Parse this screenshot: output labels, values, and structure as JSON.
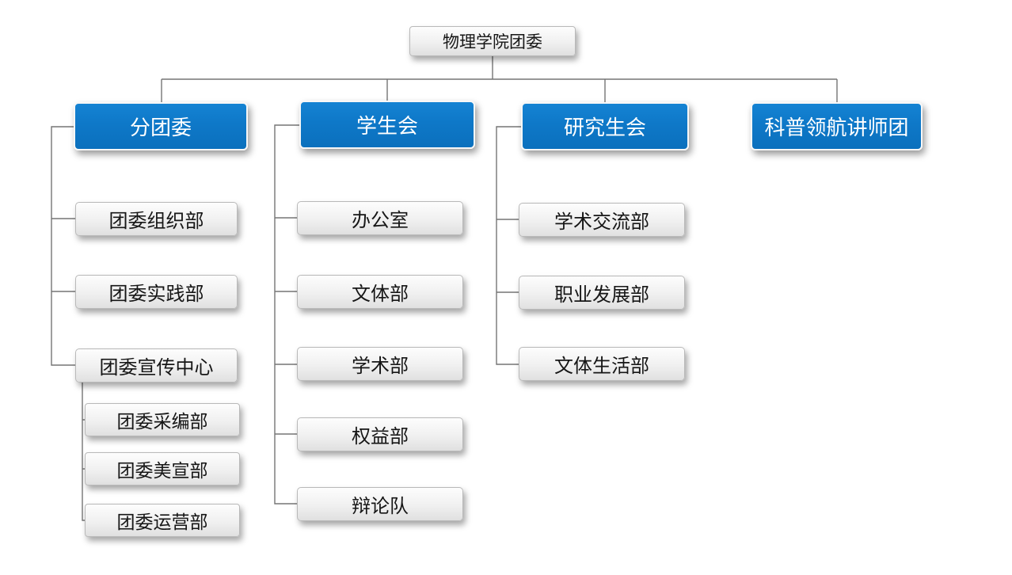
{
  "org": {
    "root": {
      "label": "物理学院团委"
    },
    "branches": [
      {
        "label": "分团委",
        "children": [
          {
            "label": "团委组织部"
          },
          {
            "label": "团委实践部"
          },
          {
            "label": "团委宣传中心",
            "children": [
              {
                "label": "团委采编部"
              },
              {
                "label": "团委美宣部"
              },
              {
                "label": "团委运营部"
              }
            ]
          }
        ]
      },
      {
        "label": "学生会",
        "children": [
          {
            "label": "办公室"
          },
          {
            "label": "文体部"
          },
          {
            "label": "学术部"
          },
          {
            "label": "权益部"
          },
          {
            "label": "辩论队"
          }
        ]
      },
      {
        "label": "研究生会",
        "children": [
          {
            "label": "学术交流部"
          },
          {
            "label": "职业发展部"
          },
          {
            "label": "文体生活部"
          }
        ]
      },
      {
        "label": "科普领航讲师团",
        "children": []
      }
    ]
  },
  "colors": {
    "branch_fill": "#0e78c8",
    "branch_text": "#ffffff",
    "node_border": "#b9b9b9",
    "node_text": "#161616",
    "connector": "#757575",
    "background": "#ffffff"
  }
}
